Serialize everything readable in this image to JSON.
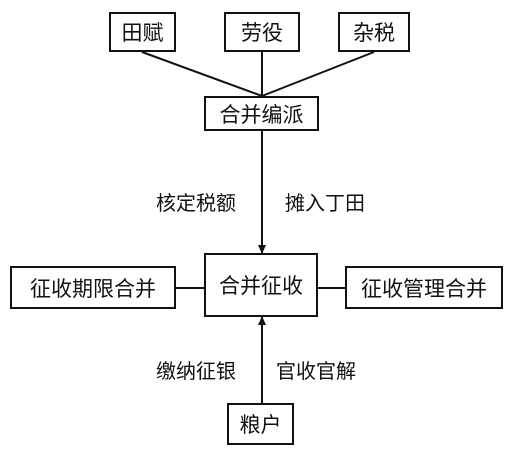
{
  "diagram": {
    "top_boxes": [
      "田赋",
      "劳役",
      "杂税"
    ],
    "merge_box": "合并编派",
    "center_box": "合并征收",
    "left_box": "征收期限合并",
    "right_box": "征收管理合并",
    "bottom_box": "粮户",
    "upper_left_label": "核定税额",
    "upper_right_label": "摊入丁田",
    "lower_left_label": "缴纳征银",
    "lower_right_label": "官收官解"
  },
  "colors": {
    "line": "#111111",
    "box_border": "#111111",
    "text": "#111111"
  }
}
